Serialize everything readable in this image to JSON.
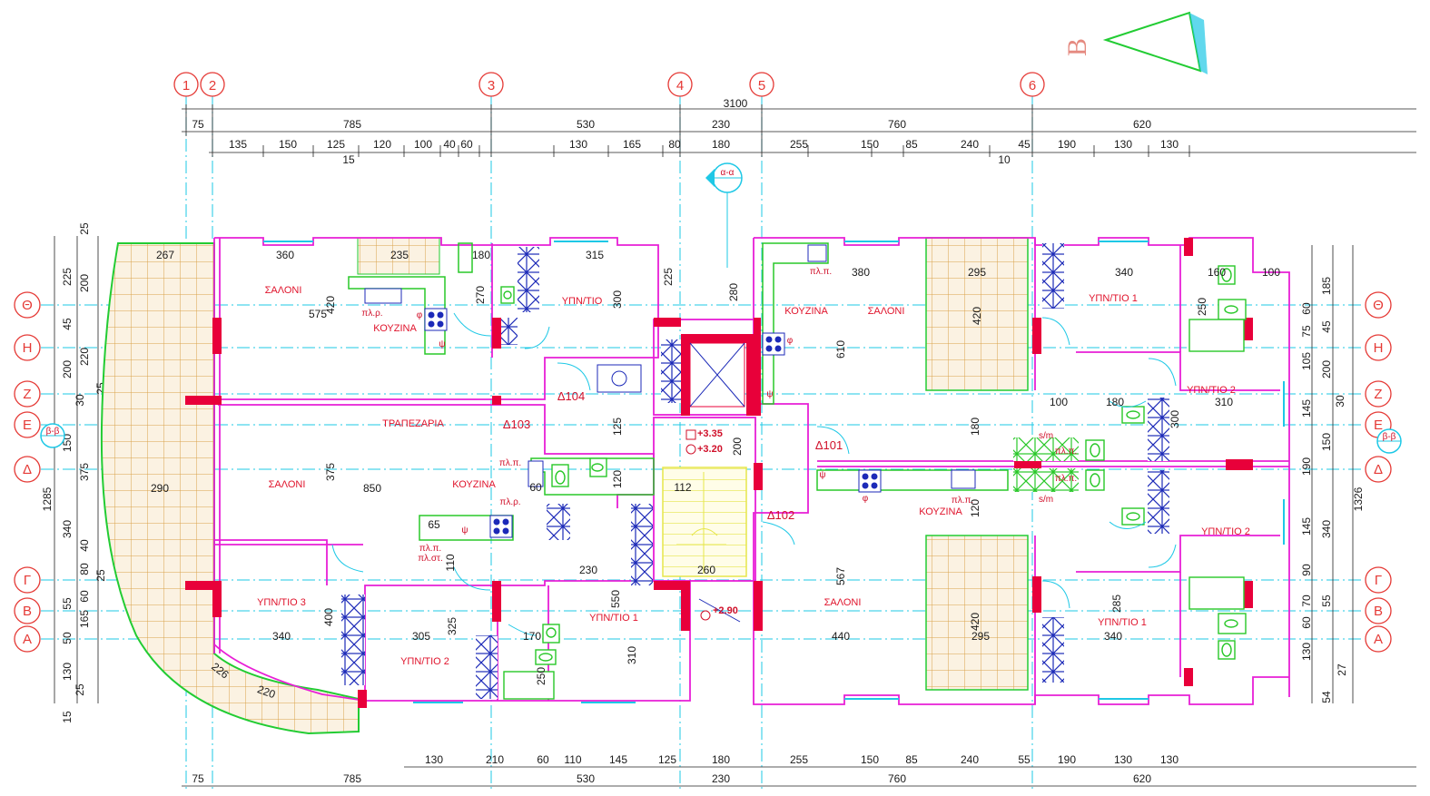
{
  "north_letter": "B",
  "grid_columns": [
    "1",
    "2",
    "3",
    "4",
    "5",
    "6"
  ],
  "grid_rows": [
    "Θ",
    "Η",
    "Ζ",
    "Ε",
    "Δ",
    "Γ",
    "Β",
    "Α"
  ],
  "overall_top": "3100",
  "top_dims_row1": [
    "75",
    "785",
    "530",
    "230",
    "760",
    "620"
  ],
  "top_dims_row2": [
    "135",
    "150",
    "125",
    "120",
    "100",
    "40",
    "60",
    "130",
    "165",
    "80",
    "180",
    "255",
    "150",
    "85",
    "240",
    "45",
    "190",
    "130",
    "130"
  ],
  "top_dims_small": [
    "15",
    "10"
  ],
  "bottom_dims_row1": [
    "130",
    "210",
    "60",
    "110",
    "145",
    "125",
    "180",
    "255",
    "150",
    "85",
    "240",
    "55",
    "190",
    "130",
    "130"
  ],
  "bottom_dims_row2": [
    "75",
    "785",
    "530",
    "230",
    "760",
    "620"
  ],
  "left_dims": [
    "25",
    "225",
    "200",
    "45",
    "220",
    "200",
    "30",
    "25",
    "150",
    "375",
    "1285",
    "340",
    "40",
    "80",
    "25",
    "60",
    "55",
    "165",
    "50",
    "130",
    "25",
    "15"
  ],
  "right_dims": [
    "185",
    "60",
    "45",
    "75",
    "105",
    "200",
    "145",
    "30",
    "150",
    "190",
    "1326",
    "145",
    "340",
    "90",
    "70",
    "55",
    "60",
    "130",
    "27",
    "54"
  ],
  "rooms": {
    "saloni": "ΣΑΛΟΝΙ",
    "kouzina": "ΚΟΥΖΙΝΑ",
    "ypnodomatio": "ΥΠΝ/ΤΙΟ",
    "ypnodomatio1": "ΥΠΝ/ΤΙΟ 1",
    "ypnodomatio2": "ΥΠΝ/ΤΙΟ 2",
    "ypnodomatio3": "ΥΠΝ/ΤΙΟ 3",
    "trapezaria": "ΤΡΑΠΕΖΑΡΙΑ"
  },
  "apartment_codes": [
    "Δ101",
    "Δ102",
    "Δ103",
    "Δ104"
  ],
  "levels": [
    "+3.35",
    "+3.20",
    "+2.90"
  ],
  "section_marks": [
    "α-α",
    "β-β"
  ],
  "fixture_labels": {
    "plp": "πλ.π.",
    "plr": "πλ.ρ.",
    "plst": "πλ.στ.",
    "sm": "s/m",
    "phi": "φ",
    "psi": "ψ"
  },
  "inner_dims": [
    "267",
    "360",
    "235",
    "180",
    "315",
    "575",
    "420",
    "270",
    "300",
    "225",
    "280",
    "380",
    "295",
    "340",
    "160",
    "100",
    "610",
    "420",
    "180",
    "125",
    "200",
    "112",
    "850",
    "375",
    "290",
    "120",
    "60",
    "65",
    "110",
    "230",
    "260",
    "325",
    "305",
    "400",
    "340",
    "170",
    "250",
    "310",
    "550",
    "567",
    "440",
    "420",
    "295",
    "285",
    "340",
    "120",
    "180",
    "100",
    "310",
    "300",
    "250",
    "226",
    "220"
  ],
  "colors": {
    "wall_outline": "#e81fd6",
    "column": "#e8003a",
    "grid_axis": "#1ec8e6",
    "dimension": "#000000",
    "balcony_tile": "#d8a24a",
    "balcony_edge": "#22cc33",
    "kitchen": "#28c828",
    "bath": "#28c828",
    "wardrobe": "#1c2ab8",
    "stair": "#e6e64a",
    "label_red": "#e0142c"
  }
}
